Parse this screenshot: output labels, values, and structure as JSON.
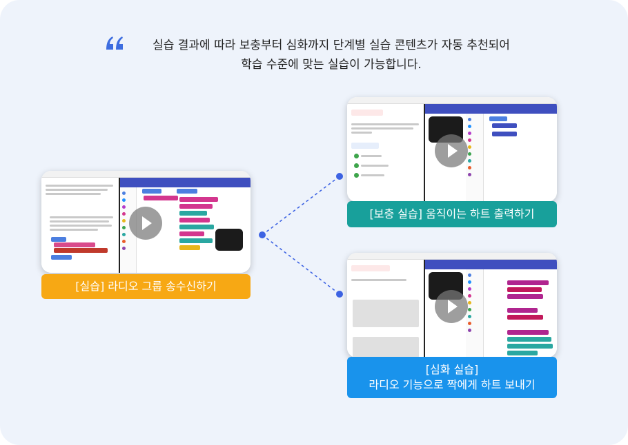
{
  "headline": {
    "line1": "실습 결과에 따라 보충부터 심화까지 단계별 실습 콘텐츠가 자동 추천되어",
    "line2": "학습 수준에 맞는 실습이 가능합니다."
  },
  "cards": {
    "main": {
      "label": "[실습] 라디오 그룹 송수신하기"
    },
    "supplement": {
      "label": "[보충 실습] 움직이는 하트 출력하기"
    },
    "advanced": {
      "label_line1": "[심화 실습]",
      "label_line2": "라디오 기능으로 짝에게 하트 보내기"
    }
  },
  "colors": {
    "background": "#eef3fb",
    "quote": "#3d6de0",
    "connector": "#3d63e3",
    "main_label": "#f7a814",
    "supplement_label": "#18a09b",
    "advanced_label": "#1993ec"
  },
  "icons": [
    "quote-icon",
    "play-icon"
  ]
}
